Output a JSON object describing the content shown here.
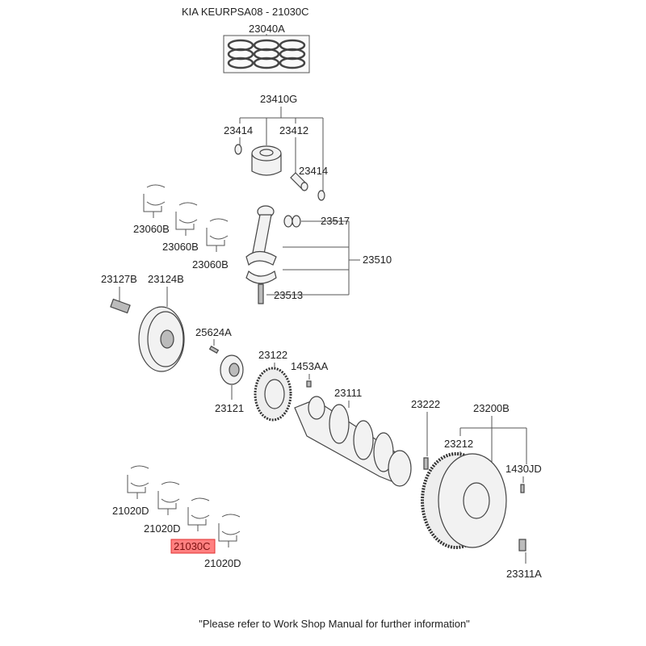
{
  "title": "KIA KEURPSA08 - 21030C",
  "highlight_color": "#ff8080",
  "labels": {
    "ring_set": "23040A",
    "piston_assy": "23410G",
    "snap_ring_left": "23414",
    "piston_pin": "23412",
    "snap_ring_right": "23414",
    "bearing_upper_1": "23060B",
    "bearing_upper_2": "23060B",
    "bearing_upper_3": "23060B",
    "rod_bushing": "23517",
    "connecting_rod": "23510",
    "rod_bolt": "23513",
    "pulley_bolt": "23127B",
    "damper_pulley": "23124B",
    "key": "25624A",
    "sprocket": "23122",
    "pin": "1453AA",
    "crank_gear": "23121",
    "crankshaft": "23111",
    "dowel": "23222",
    "flywheel_assy": "23200B",
    "ring_gear": "23212",
    "flywheel_pin": "1430JD",
    "main_bearing_1": "21020D",
    "main_bearing_2": "21020D",
    "main_bearing_selected": "21030C",
    "main_bearing_3": "21020D",
    "flywheel_bolt": "23311A"
  },
  "footer": "\"Please refer to Work Shop Manual for further information\""
}
